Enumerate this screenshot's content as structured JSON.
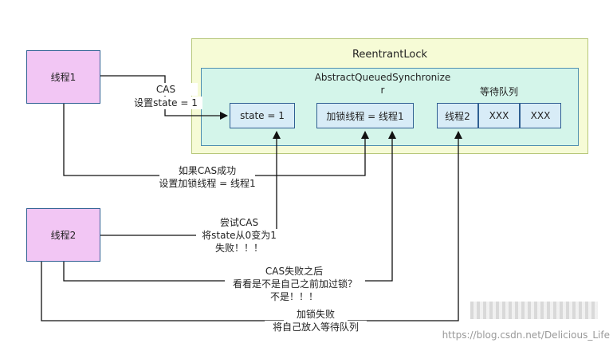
{
  "outer": {
    "title": "ReentrantLock"
  },
  "aqs": {
    "title_line1": "AbstractQueuedSynchronize",
    "title_line2": "r"
  },
  "state_box": {
    "label": "state = 1"
  },
  "owner_box": {
    "label": "加锁线程 = 线程1"
  },
  "queue": {
    "title": "等待队列",
    "cells": [
      "线程2",
      "XXX",
      "XXX"
    ]
  },
  "thread1": {
    "label": "线程1"
  },
  "thread2": {
    "label": "线程2"
  },
  "arrows": {
    "cas": [
      "CAS",
      "设置state = 1"
    ],
    "success": [
      "如果CAS成功",
      "设置加锁线程 = 线程1"
    ],
    "try_cas": [
      "尝试CAS",
      "将state从0变为1",
      "失败！！！"
    ],
    "after_fail": [
      "CAS失败之后",
      "看看是不是自己之前加过锁？",
      "不是！！！"
    ],
    "enqueue": [
      "加锁失败",
      "将自己放入等待队列"
    ]
  },
  "watermark": {
    "text": "https://blog.csdn.net/Delicious_Life"
  }
}
